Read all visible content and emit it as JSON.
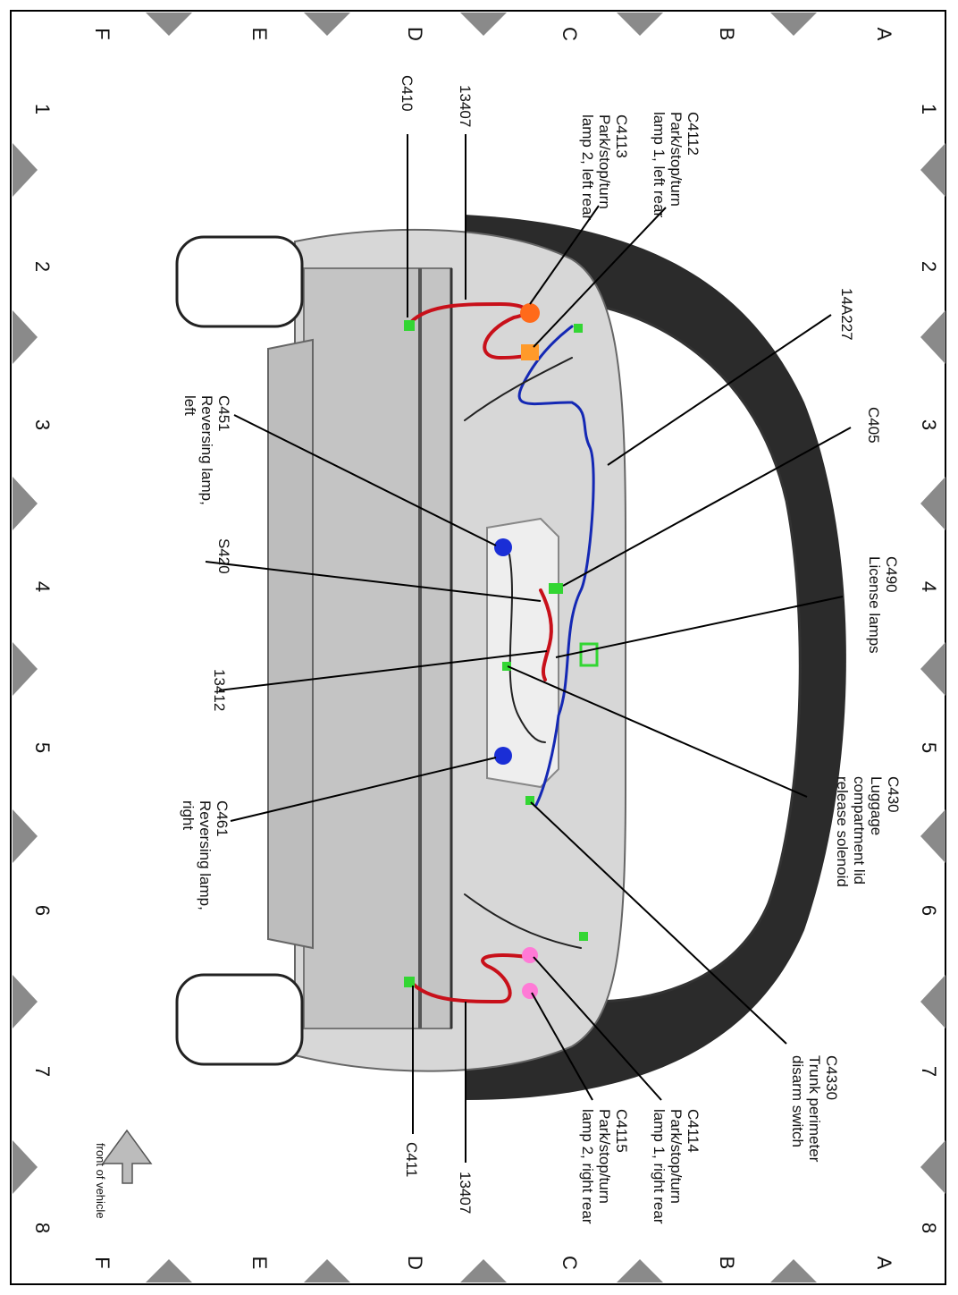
{
  "grid": {
    "columns": [
      "1",
      "2",
      "3",
      "4",
      "5",
      "6",
      "7",
      "8"
    ],
    "rows": [
      "A",
      "B",
      "C",
      "D",
      "E",
      "F"
    ]
  },
  "colors": {
    "border": "#000000",
    "marker": "#8a8a8a",
    "body": "#d7d7d7",
    "harness_red": "#c8101a",
    "harness_blue": "#1428b4",
    "connector_green": "#33d633",
    "connector_blue": "#1a2ed6",
    "lamp_orange": "#ff6a1a",
    "lamp_pink": "#ff7ad6"
  },
  "labels": {
    "c4112": [
      "C4112",
      "Park/stop/turn",
      "lamp 1, left rear"
    ],
    "c4113": [
      "C4113",
      "Park/stop/turn",
      "lamp 2, left rear"
    ],
    "h13407_left": [
      "13407"
    ],
    "c410": [
      "C410"
    ],
    "c451": [
      "C451",
      "Reversing lamp,",
      "left"
    ],
    "s420": [
      "S420"
    ],
    "h13412": [
      "13412"
    ],
    "c461": [
      "C461",
      "Reversing lamp,",
      "right"
    ],
    "h14a227": [
      "14A227"
    ],
    "c405": [
      "C405"
    ],
    "c490": [
      "C490",
      "License lamps"
    ],
    "c430": [
      "C430",
      "Luggage",
      "compartment lid",
      "release solenoid"
    ],
    "c4330": [
      "C4330",
      "Trunk perimeter",
      "disarm switch"
    ],
    "c4114": [
      "C4114",
      "Park/stop/turn",
      "lamp 1, right rear"
    ],
    "c4115": [
      "C4115",
      "Park/stop/turn",
      "lamp 2, right rear"
    ],
    "h13407_right": [
      "13407"
    ],
    "c411": [
      "C411"
    ],
    "front": [
      "front of vehicle"
    ]
  }
}
